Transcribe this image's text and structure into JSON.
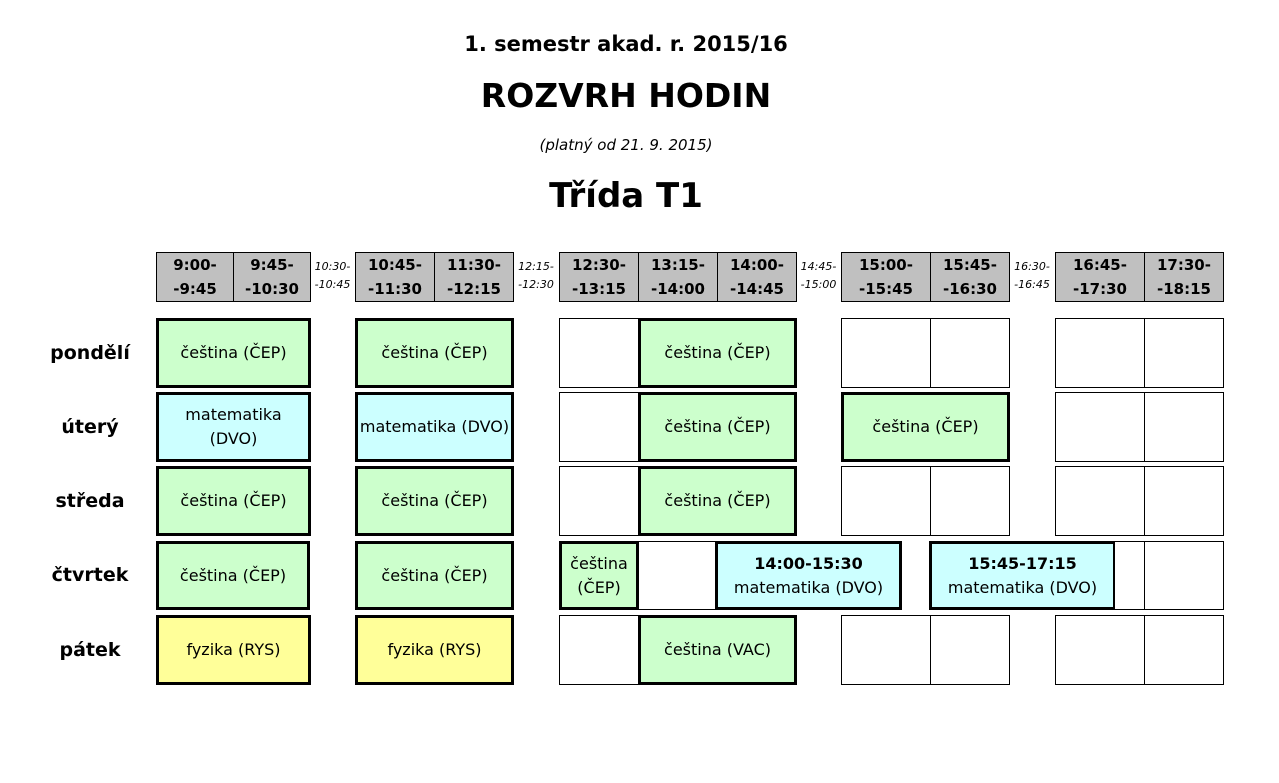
{
  "header": {
    "semester": "1. semestr akad. r. 2015/16",
    "title": "ROZVRH HODIN",
    "valid_from": "(platný od 21. 9. 2015)",
    "class_name": "Třída T1"
  },
  "periods": [
    {
      "from": "9:00-",
      "to": "-9:45"
    },
    {
      "from": "9:45-",
      "to": "-10:30"
    },
    {
      "from": "10:45-",
      "to": "-11:30"
    },
    {
      "from": "11:30-",
      "to": "-12:15"
    },
    {
      "from": "12:30-",
      "to": "-13:15"
    },
    {
      "from": "13:15-",
      "to": "-14:00"
    },
    {
      "from": "14:00-",
      "to": "-14:45"
    },
    {
      "from": "15:00-",
      "to": "-15:45"
    },
    {
      "from": "15:45-",
      "to": "-16:30"
    },
    {
      "from": "16:45-",
      "to": "-17:30"
    },
    {
      "from": "17:30-",
      "to": "-18:15"
    }
  ],
  "breaks": [
    {
      "from": "10:30-",
      "to": "-10:45"
    },
    {
      "from": "12:15-",
      "to": "-12:30"
    },
    {
      "from": "14:45-",
      "to": "-15:00"
    },
    {
      "from": "16:30-",
      "to": "-16:45"
    }
  ],
  "days": [
    "pondělí",
    "úterý",
    "středa",
    "čtvrtek",
    "pátek"
  ],
  "lessons": {
    "cestina_cep": "čeština (ČEP)",
    "cestina_word": "čeština",
    "cep_short": "(ČEP)",
    "matematika_dvo": "matematika (DVO)",
    "matematika_word": "matematika",
    "dvo_short": "(DVO)",
    "fyzika_rys": "fyzika (RYS)",
    "cestina_vac": "čeština (VAC)",
    "time_1400_1530": "14:00-15:30",
    "time_1545_1715": "15:45-17:15"
  },
  "colors": {
    "cestina": "#ccffcc",
    "matematika": "#ccffff",
    "fyzika": "#ffff99",
    "header_bg": "#c0c0c0"
  }
}
